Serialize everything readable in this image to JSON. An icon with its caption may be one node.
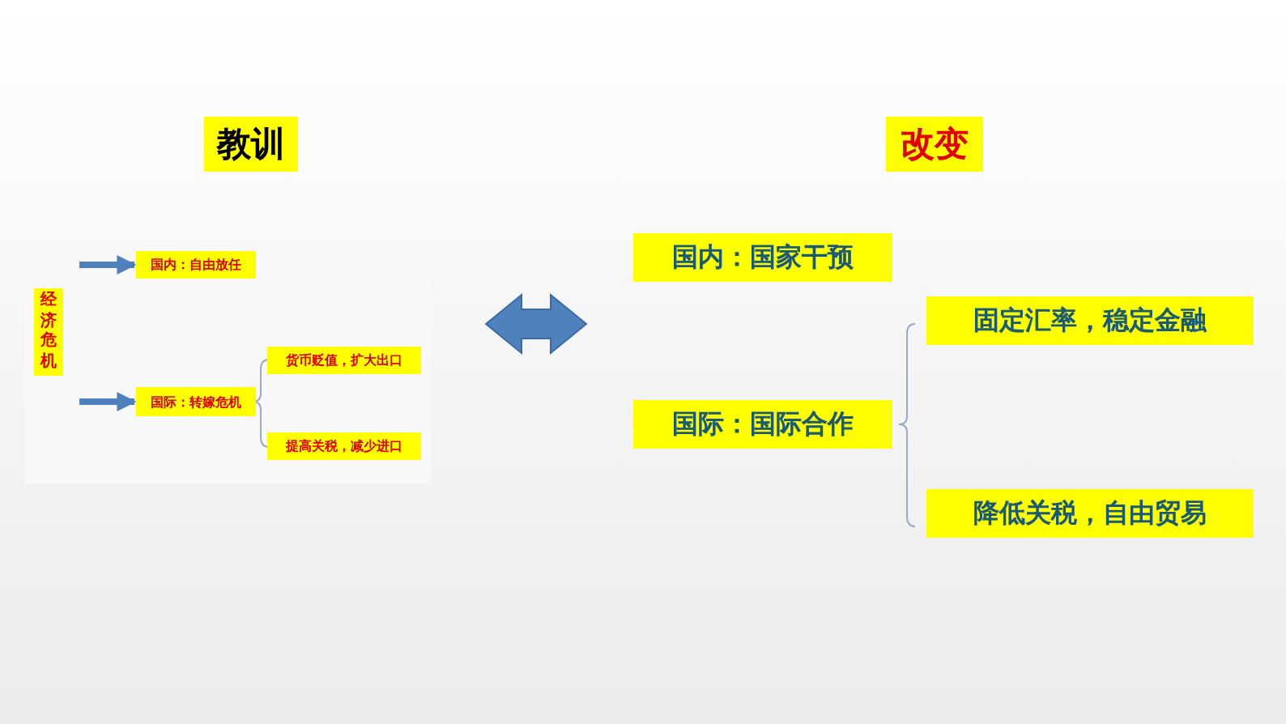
{
  "diagram": {
    "nodes": [
      {
        "text": [
          "教训"
        ]
      },
      {
        "text": [
          "改变"
        ]
      },
      {
        "text": [
          "经济危机"
        ]
      },
      {
        "text": [
          "国内：自由放任"
        ]
      },
      {
        "text": [
          "国际：转嫁危机"
        ]
      },
      {
        "text": [
          "货币贬值，扩大出口"
        ]
      },
      {
        "text": [
          "提高关税，减少进口"
        ]
      },
      {
        "text": [
          "国内：国家干预"
        ]
      },
      {
        "text": [
          "国际：国际合作"
        ]
      },
      {
        "text": [
          "固定汇率，稳定金融"
        ]
      },
      {
        "text": [
          "降低关税，自由贸易"
        ]
      }
    ],
    "edges": [
      {
        "from": null,
        "to": 3,
        "arrow": "to"
      },
      {
        "from": null,
        "to": 4,
        "arrow": "to"
      }
    ]
  }
}
